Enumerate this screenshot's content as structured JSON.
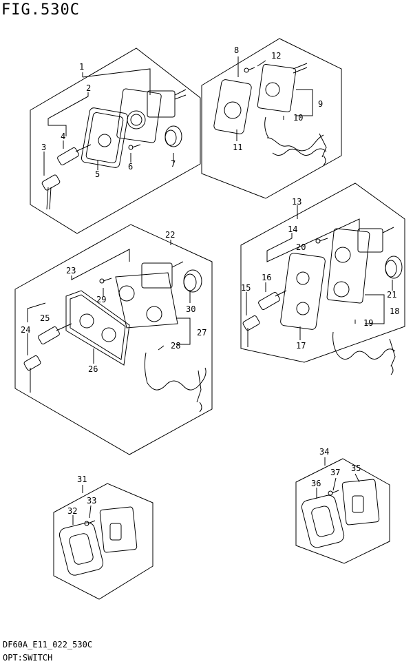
{
  "figure": {
    "title": "FIG.530C",
    "code": "DF60A_E11_022_530C",
    "name": "OPT:SWITCH"
  },
  "labels": {
    "p1": "1",
    "p2": "2",
    "p3": "3",
    "p4": "4",
    "p5": "5",
    "p6": "6",
    "p7": "7",
    "p8": "8",
    "p9": "9",
    "p10": "10",
    "p11": "11",
    "p12": "12",
    "p13": "13",
    "p14": "14",
    "p15": "15",
    "p16": "16",
    "p17": "17",
    "p18": "18",
    "p19": "19",
    "p20": "20",
    "p21": "21",
    "p22": "22",
    "p23": "23",
    "p24": "24",
    "p25": "25",
    "p26": "26",
    "p27": "27",
    "p28": "28",
    "p29": "29",
    "p30": "30",
    "p31": "31",
    "p32": "32",
    "p33": "33",
    "p34": "34",
    "p35": "35",
    "p36": "36",
    "p37": "37"
  }
}
